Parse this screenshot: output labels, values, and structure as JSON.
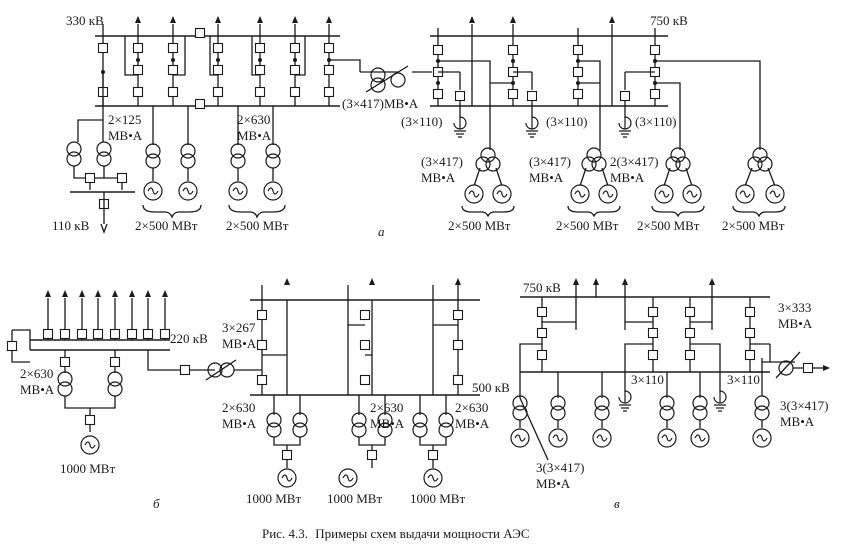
{
  "a": {
    "bus330": "330 кВ",
    "bus750": "750 кВ",
    "bus110": "110 кВ",
    "t1_n": "2×125",
    "t1_u": "МВ•А",
    "t2_n": "2×630",
    "t2_u": "МВ•А",
    "autotr": "(3×417)МВ•А",
    "react": "(3×110)",
    "tr3_n": "(3×417)",
    "tr3_u": "МВ•А",
    "tr4_n": "(3×417)",
    "tr4_u": "МВ•А",
    "tr5_n": "2(3×417)",
    "tr5_u": "МВ•А",
    "gen": "2×500 МВт",
    "letter": "а"
  },
  "b": {
    "bus220": "220 кВ",
    "t1_n": "2×630",
    "t1_u": "МВ•А",
    "at_n": "3×267",
    "at_u": "МВ•А",
    "bus500": "500 кВ",
    "t2_n": "2×630",
    "t2_u": "МВ•А",
    "gen": "1000 МВт",
    "letter": "б"
  },
  "v": {
    "bus750": "750 кВ",
    "at_n": "3×333",
    "at_u": "МВ•А",
    "react": "3×110",
    "tr_left_n": "3(3×417)",
    "tr_left_u": "МВ•А",
    "tr_right_n": "3(3×417)",
    "tr_right_u": "МВ•А",
    "letter": "в"
  },
  "caption": {
    "prefix": "Рис. 4.3.",
    "text": "Примеры схем выдачи мощности АЭС"
  }
}
